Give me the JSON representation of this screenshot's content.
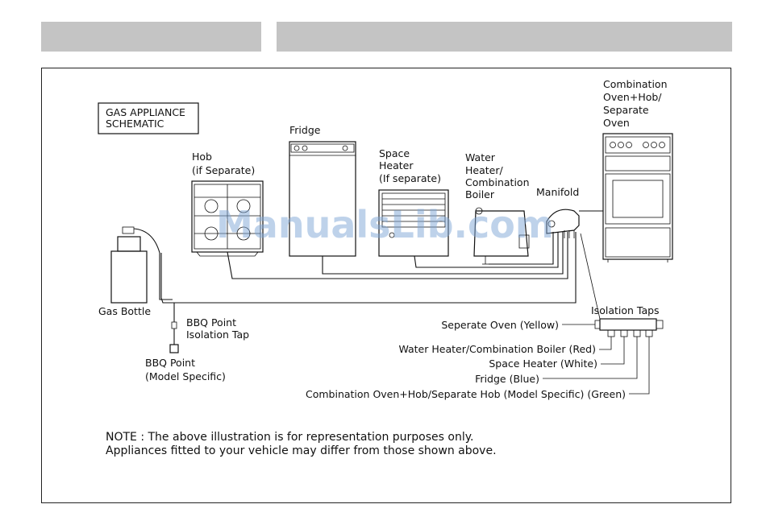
{
  "title_box": [
    "GAS APPLIANCE",
    "SCHEMATIC"
  ],
  "appliances": {
    "combination_oven": [
      "Combination",
      "Oven+Hob/",
      "Separate",
      "Oven"
    ],
    "fridge": [
      "Fridge"
    ],
    "hob": [
      "Hob",
      "(if Separate)"
    ],
    "space_heater": [
      "Space",
      "Heater",
      "(If separate)"
    ],
    "water_heater": [
      "Water",
      "Heater/",
      "Combination",
      "Boiler"
    ],
    "manifold": [
      "Manifold"
    ],
    "gas_bottle": [
      "Gas Bottle"
    ],
    "bbq_tap": [
      "BBQ Point",
      "Isolation Tap"
    ],
    "bbq_point": [
      "BBQ Point",
      "(Model Specific)"
    ]
  },
  "isolation_taps_label": "Isolation Taps",
  "taps": [
    "Seperate Oven (Yellow)",
    "Water Heater/Combination Boiler (Red)",
    "Space Heater (White)",
    "Fridge (Blue)",
    "Combination Oven+Hob/Separate Hob (Model Specific) (Green)"
  ],
  "note": [
    "NOTE : The above illustration is for representation purposes only.",
    "Appliances fitted to your vehicle may differ from those shown above."
  ],
  "watermark": "ManualsLib.com"
}
